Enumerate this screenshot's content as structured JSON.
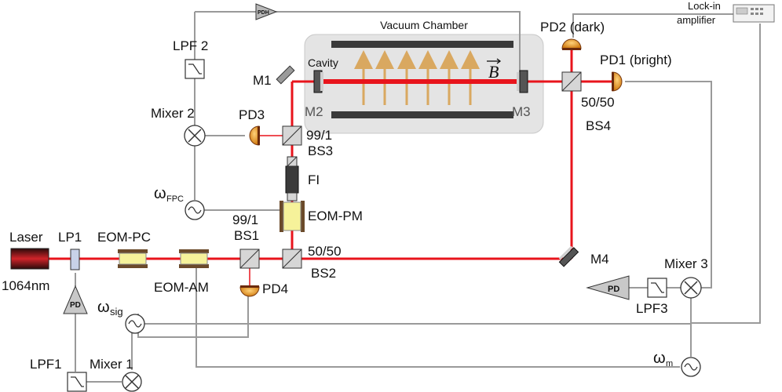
{
  "labels": {
    "laser": "Laser",
    "wavelength": "1064nm",
    "lp1": "LP1",
    "eom_pc": "EOM-PC",
    "eom_am": "EOM-AM",
    "bs1_ratio": "99/1",
    "bs1": "BS1",
    "bs2_ratio": "50/50",
    "bs2": "BS2",
    "pd4": "PD4",
    "eom_pm": "EOM-PM",
    "fi": "FI",
    "bs3_ratio": "99/1",
    "bs3": "BS3",
    "pd3": "PD3",
    "mixer2": "Mixer 2",
    "lpf2": "LPF 2",
    "pdh": "PDH",
    "m1": "M1",
    "m2": "M2",
    "m3": "M3",
    "m4": "M4",
    "cavity": "Cavity",
    "vacuum_chamber": "Vacuum Chamber",
    "b_field": "B",
    "pd2": "PD2 (dark)",
    "pd1": "PD1 (bright)",
    "bs4_ratio": "50/50",
    "bs4": "BS4",
    "lockin_1": "Lock-in",
    "lockin_2": "amplifier",
    "mixer3": "Mixer 3",
    "lpf3": "LPF3",
    "pd_amp": "PD",
    "omega_fpc": "ω",
    "omega_fpc_sub": "FPC",
    "omega_sig": "ω",
    "omega_sig_sub": "sig",
    "omega_m": "ω",
    "omega_m_sub": "m",
    "lpf1": "LPF1",
    "mixer1": "Mixer 1",
    "pd_amp2": "PD"
  },
  "colors": {
    "beam": "#e8141c",
    "cable": "#9a9a9a",
    "eom": "#f6f29a",
    "detector": "#e8a020",
    "field_arrows": "#d9a860",
    "chamber": "#e2e2e2"
  }
}
